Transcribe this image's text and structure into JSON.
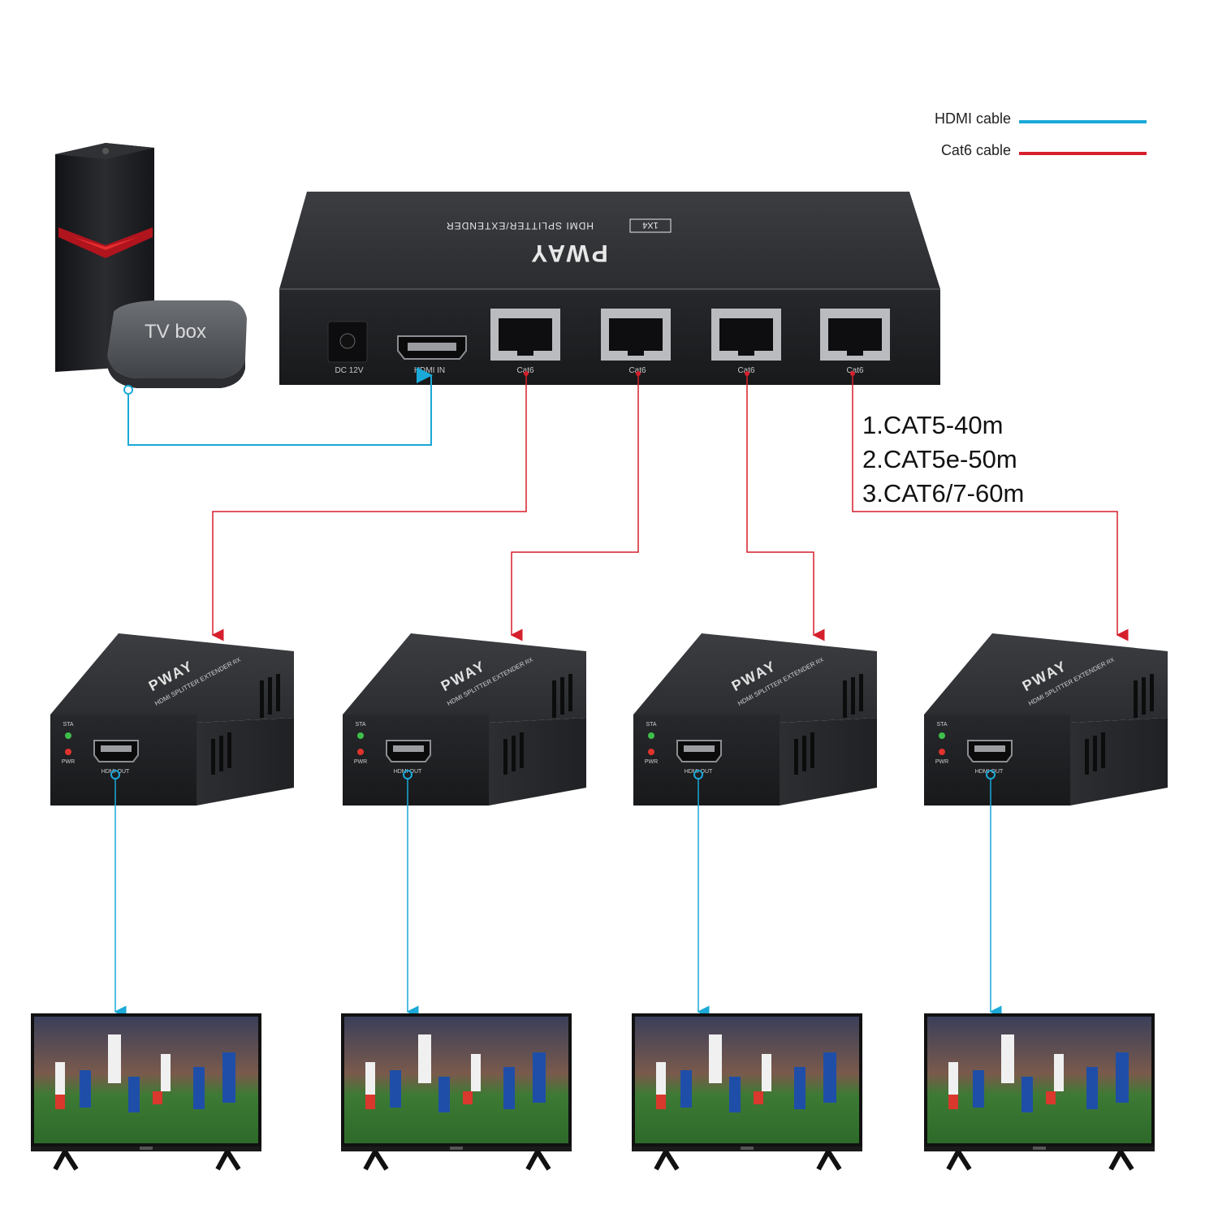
{
  "legend": {
    "items": [
      {
        "label": "HDMI cable",
        "color": "#1aa9d8"
      },
      {
        "label": "Cat6 cable",
        "color": "#d61f2c"
      }
    ]
  },
  "source": {
    "tvbox_label": "TV box",
    "pc_tower_icon": "pc-tower",
    "tvbox_icon": "tv-box"
  },
  "splitter": {
    "brand": "PWAY",
    "model": "HDMI SPLITTER/EXTENDER",
    "badge": "1X4",
    "ports": {
      "dc": "DC 12V",
      "hdmi_in": "HDMI IN",
      "cat": [
        "Cat6",
        "Cat6",
        "Cat6",
        "Cat6"
      ]
    }
  },
  "distances": [
    "1.CAT5-40m",
    "2.CAT5e-50m",
    "3.CAT6/7-60m"
  ],
  "receivers": [
    {
      "brand": "PWAY",
      "model": "HDMI SPLITTER EXTENDER",
      "badge": "RX",
      "sta": "STA",
      "pwr": "PWR",
      "port": "HDMI OUT"
    },
    {
      "brand": "PWAY",
      "model": "HDMI SPLITTER EXTENDER",
      "badge": "RX",
      "sta": "STA",
      "pwr": "PWR",
      "port": "HDMI OUT"
    },
    {
      "brand": "PWAY",
      "model": "HDMI SPLITTER EXTENDER",
      "badge": "RX",
      "sta": "STA",
      "pwr": "PWR",
      "port": "HDMI OUT"
    },
    {
      "brand": "PWAY",
      "model": "HDMI SPLITTER EXTENDER",
      "badge": "RX",
      "sta": "STA",
      "pwr": "PWR",
      "port": "HDMI OUT"
    }
  ],
  "tvs": [
    {
      "icon": "tv-soccer-scene"
    },
    {
      "icon": "tv-soccer-scene"
    },
    {
      "icon": "tv-soccer-scene"
    },
    {
      "icon": "tv-soccer-scene"
    }
  ],
  "colors": {
    "hdmi": "#1aa9d8",
    "cat6": "#d61f2c",
    "device_body": "#2b2d30",
    "device_face": "#1f2023",
    "device_top": "#3a3c40"
  }
}
